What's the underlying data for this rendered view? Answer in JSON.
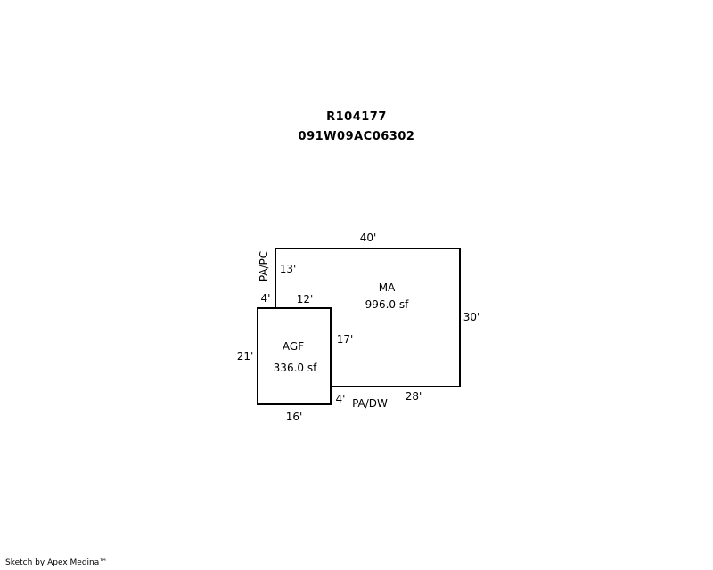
{
  "header": {
    "account": "R104177",
    "map_number": "091W09AC06302"
  },
  "areas": {
    "main": {
      "code": "MA",
      "area": "996.0 sf"
    },
    "garage": {
      "code": "AGF",
      "area": "336.0 sf"
    }
  },
  "porches": {
    "upper": "PA/PC",
    "lower": "PA/DW"
  },
  "dimensions": {
    "main_top": "40'",
    "main_right": "30'",
    "main_bottom": "28'",
    "main_left_upper": "13'",
    "porch_upper_offset": "4'",
    "main_inner_top": "12'",
    "main_inner_vertical": "17'",
    "porch_lower_offset": "4'",
    "garage_left": "21'",
    "garage_bottom": "16'"
  },
  "footer": {
    "credit": "Sketch by Apex Medina™"
  }
}
